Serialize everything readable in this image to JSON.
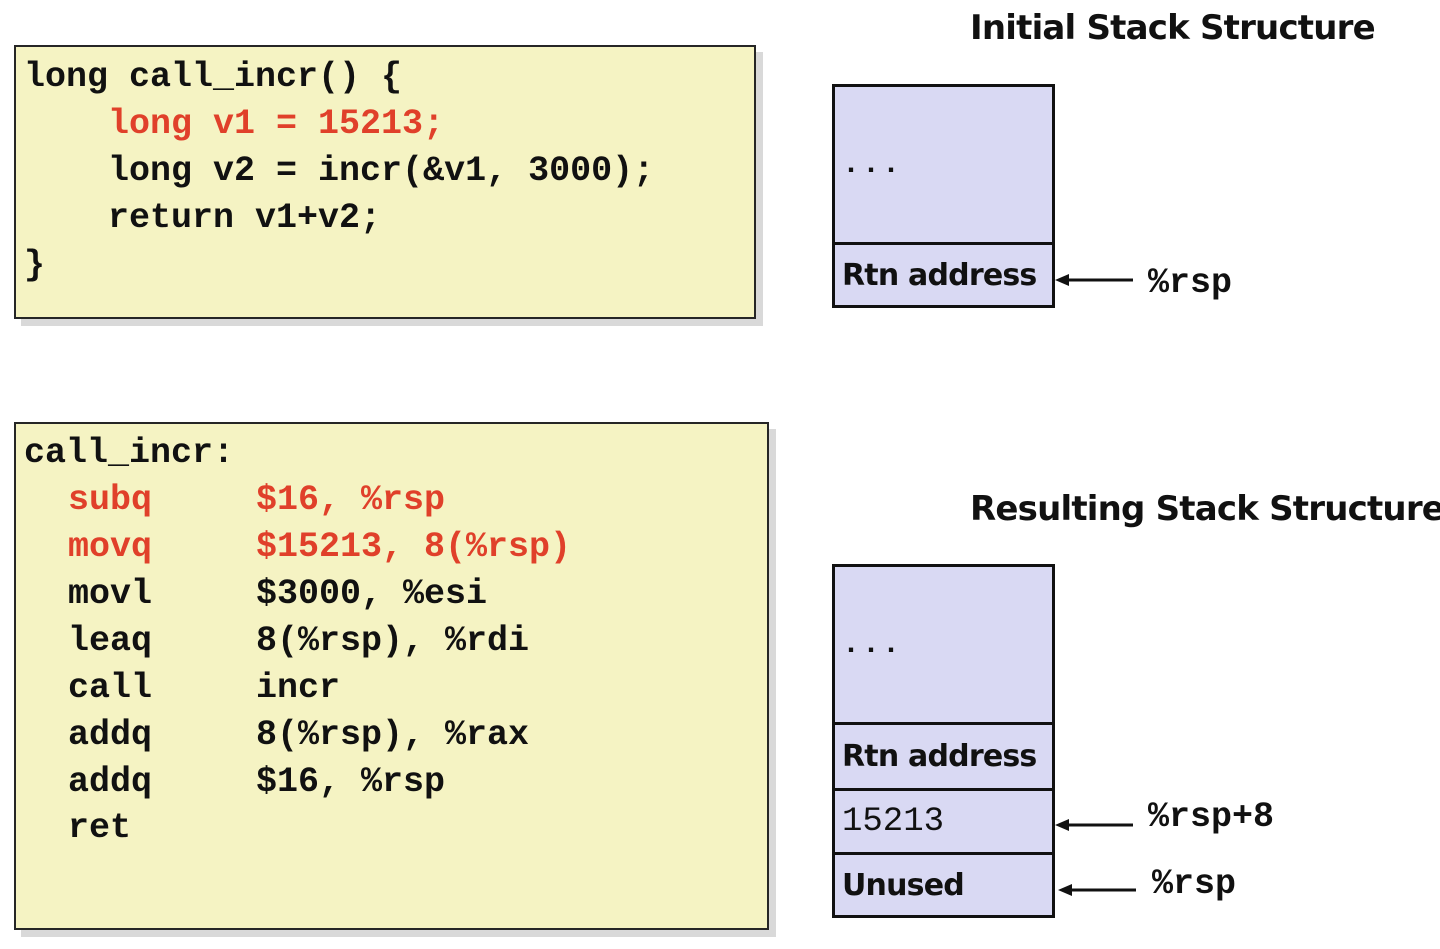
{
  "c_code": {
    "lines": [
      "long call_incr() {",
      "    long v1 = 15213;",
      "    long v2 = incr(&v1, 3000);",
      "    return v1+v2;",
      "}"
    ]
  },
  "assembly": {
    "label": "call_incr:",
    "instructions": [
      {
        "op": "subq",
        "args": "$16, %rsp"
      },
      {
        "op": "movq",
        "args": "$15213, 8(%rsp)"
      },
      {
        "op": "movl",
        "args": "$3000, %esi"
      },
      {
        "op": "leaq",
        "args": "8(%rsp), %rdi"
      },
      {
        "op": "call",
        "args": "incr"
      },
      {
        "op": "addq",
        "args": "8(%rsp), %rax"
      },
      {
        "op": "addq",
        "args": "$16, %rsp"
      },
      {
        "op": "ret",
        "args": ""
      }
    ]
  },
  "initial_stack": {
    "title": "Initial Stack Structure",
    "cells": [
      "...",
      "Rtn address"
    ],
    "pointer": "%rsp"
  },
  "resulting_stack": {
    "title": "Resulting Stack Structure",
    "cells": [
      "...",
      "Rtn address",
      "15213",
      "Unused"
    ],
    "pointers": [
      "%rsp+8",
      "%rsp"
    ]
  },
  "colors": {
    "code_background": "#f5f3c3",
    "highlight": "#e0402a",
    "stack_fill": "#d9d9f3"
  }
}
